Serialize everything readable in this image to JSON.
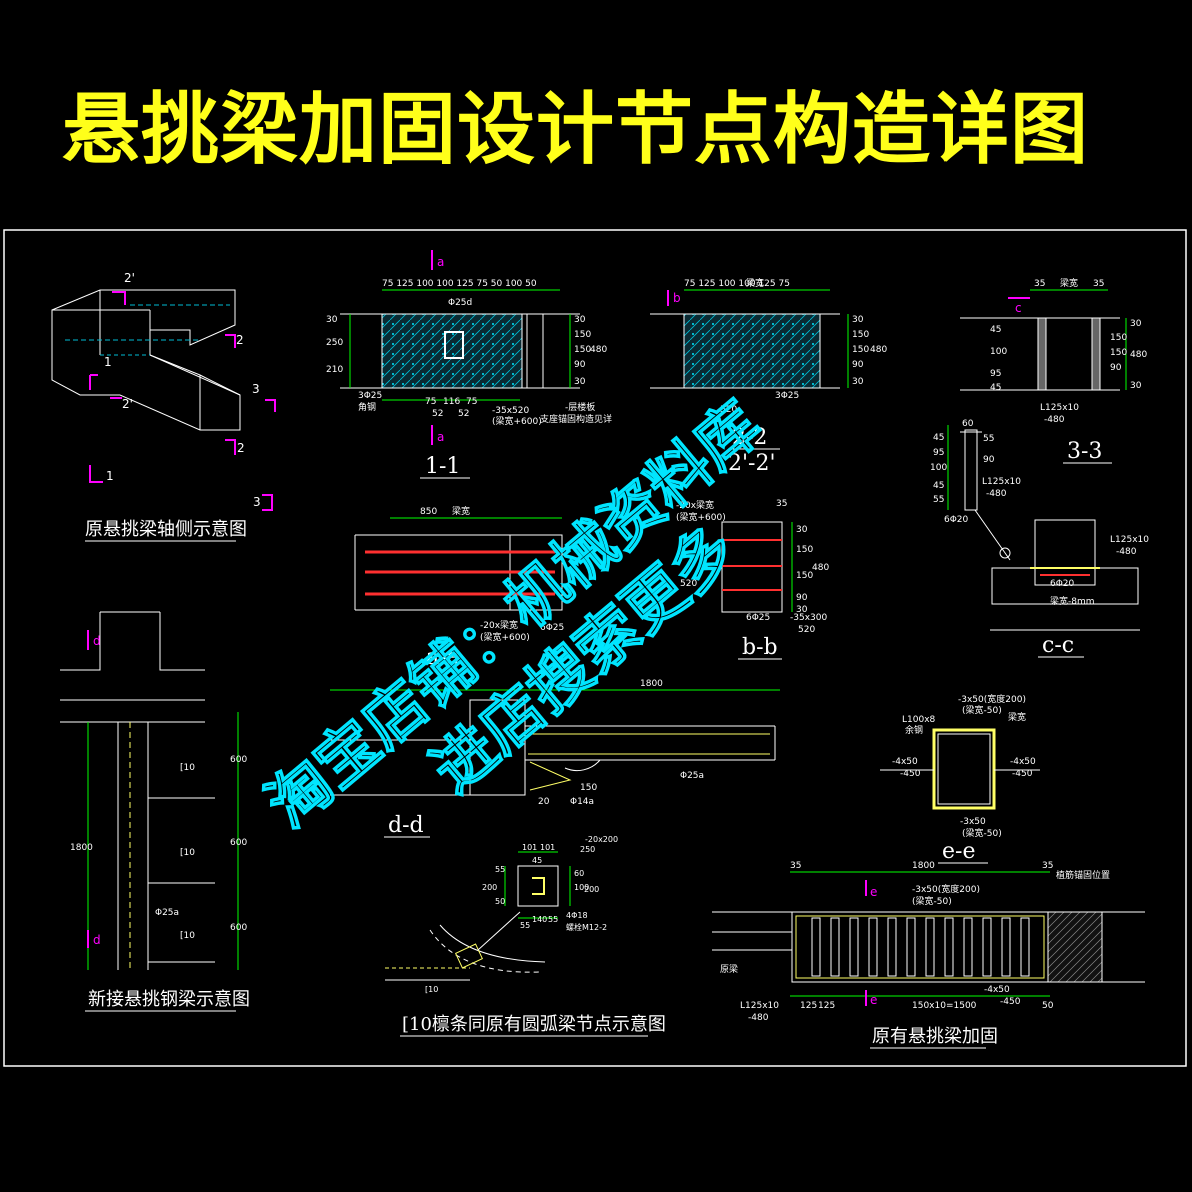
{
  "title": "悬挑梁加固设计节点构造详图",
  "watermark": {
    "line1": "淘宝店铺：机械资料库",
    "line2": "进店搜索更多"
  },
  "colors": {
    "background": "#000000",
    "title": "#ffff1a",
    "line": "#ffffff",
    "dim": "#00ff00",
    "section": "#ff00ff",
    "hatch": "#00bcd4",
    "rebar": "#ff3030",
    "beam": "#ffff66",
    "watermark": "#00e5ff"
  },
  "views": {
    "axis_sketch": {
      "caption": "原悬挑梁轴侧示意图",
      "marks": [
        "2'",
        "2",
        "1",
        "2'",
        "3",
        "2",
        "1",
        "3"
      ]
    },
    "s11": {
      "caption": "1-1",
      "marks": [
        "a",
        "a"
      ],
      "top_dims": "75 125 100  100 125 75 50 100 50",
      "left_dims": [
        "30",
        "250",
        "210"
      ],
      "right_dims": [
        "30",
        "150",
        "150",
        "90",
        "480",
        "30"
      ],
      "bottom_dims": [
        "75",
        "116",
        "75",
        "52",
        "52"
      ],
      "notes": [
        "Φ25d",
        "3Φ25",
        "角钢",
        "-35x520",
        "(梁宽+600)",
        "-层楼板",
        "支座锚固构造见详"
      ]
    },
    "s22": {
      "caption": "2-2",
      "caption2": "2'-2'",
      "marks": [
        "b"
      ],
      "top_dims": "75 125 100   100 125 75",
      "right_dims": [
        "30",
        "150",
        "150",
        "90",
        "480",
        "30"
      ],
      "notes": [
        "梁宽",
        "3Φ25",
        "520"
      ]
    },
    "s33": {
      "caption": "3-3",
      "marks": [
        "c"
      ],
      "top_dims": [
        "35",
        "梁宽",
        "35"
      ],
      "left_dims": [
        "45",
        "100",
        "95",
        "45"
      ],
      "right_dims": [
        "30",
        "150",
        "150",
        "90",
        "480",
        "30"
      ],
      "notes": [
        "L125x10",
        "-480"
      ]
    },
    "detail": {
      "dims": [
        "60",
        "55",
        "45",
        "95",
        "100",
        "90",
        "45",
        "55"
      ],
      "notes": [
        "L125x10",
        "-480",
        "6Φ20"
      ]
    },
    "cc": {
      "caption": "c-c",
      "notes": [
        "L125x10",
        "-480",
        "6Φ20",
        "梁宽-8mm"
      ]
    },
    "aa": {
      "caption": "a-a",
      "notes": [
        "850",
        "梁宽",
        "-20x梁宽",
        "(梁宽+600)",
        "6Φ25"
      ]
    },
    "bb": {
      "caption": "b-b",
      "notes": [
        "-20x梁宽",
        "(梁宽+600)",
        "35",
        "480",
        "520",
        "-35x300",
        "520",
        "6Φ25"
      ],
      "right_dims": [
        "30",
        "150",
        "150",
        "90",
        "30"
      ]
    },
    "new_cant": {
      "caption": "新接悬挑钢梁示意图",
      "marks": [
        "d",
        "d"
      ],
      "dims": [
        "1800",
        "600",
        "600",
        "600"
      ],
      "labels": [
        "[10",
        "[10",
        "[10",
        "Φ25a"
      ]
    },
    "dd": {
      "caption": "d-d",
      "dims": [
        "1800",
        "150",
        "20",
        "Φ14a",
        "Φ25a"
      ]
    },
    "purlin": {
      "caption": "[10檩条同原有圆弧梁节点示意图",
      "dims": [
        "101",
        "101",
        "-20x200",
        "250",
        "45",
        "55",
        "60",
        "100",
        "200",
        "50",
        "55",
        "140",
        "55",
        "200",
        "4Φ18"
      ],
      "labels": [
        "[10",
        "螺栓M12-2"
      ]
    },
    "ee": {
      "caption": "e-e",
      "notes": [
        "L100x8",
        "余钢",
        "-3x50(宽度200)",
        "(梁宽-50)",
        "梁宽",
        "-4x50",
        "-450",
        "-4x50",
        "-450",
        "-3x50",
        "(梁宽-50)"
      ]
    },
    "reinf": {
      "caption": "原有悬挑梁加固",
      "dims": [
        "35",
        "1800",
        "125",
        "125",
        "150x10=1500",
        "50",
        "35"
      ],
      "notes": [
        "-3x50(宽度200)",
        "(梁宽-50)",
        "植筋锚固位置",
        "原梁",
        "L125x10",
        "-480",
        "-4x50",
        "-450"
      ],
      "marks": [
        "e",
        "e"
      ]
    }
  }
}
